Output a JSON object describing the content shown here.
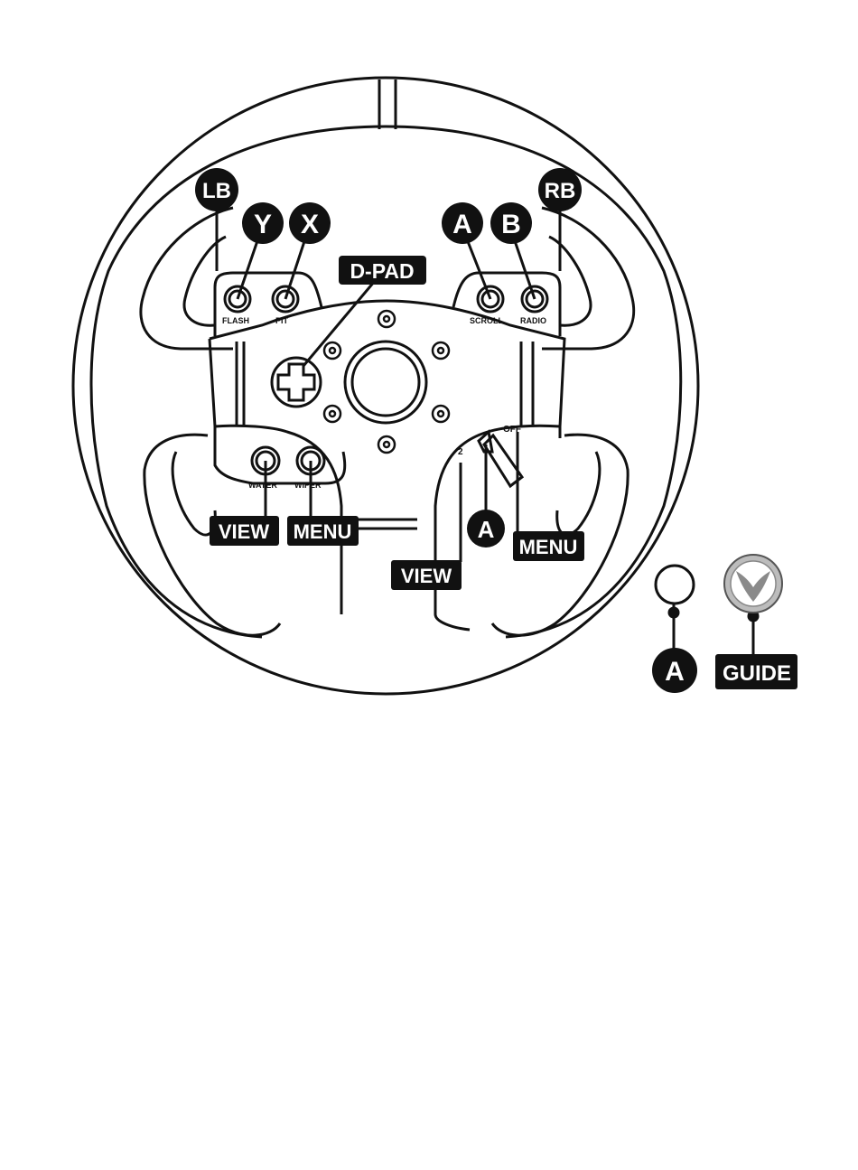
{
  "colors": {
    "line": "#111111",
    "badge": "#111111",
    "badge_text": "#ffffff",
    "background": "#ffffff",
    "xbox_button_fill": "#bcbcbc"
  },
  "icons": {
    "guide_button": "xbox-logo-icon",
    "round_button": "circle-button-icon"
  },
  "labels": {
    "lb": "LB",
    "rb": "RB",
    "y": "Y",
    "x": "X",
    "a_top": "A",
    "b": "B",
    "dpad": "D-PAD",
    "view_left": "VIEW",
    "menu_left": "MENU",
    "a_switch": "A",
    "menu_right": "MENU",
    "view_right": "VIEW",
    "a_extra": "A",
    "guide": "GUIDE"
  },
  "button_captions": {
    "flash": "FLASH",
    "pit": "PIT",
    "scroll": "SCROLL",
    "radio": "RADIO",
    "water": "WATER",
    "wiper": "WIPER",
    "switch_2": "2",
    "switch_off": "OFF"
  }
}
